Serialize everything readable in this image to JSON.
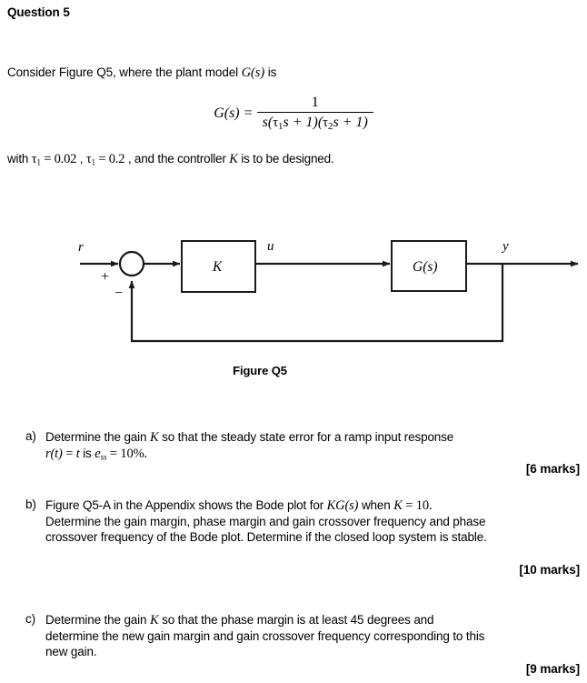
{
  "document": {
    "heading": "Question 5",
    "intro": {
      "before": "Consider Figure Q5, where the plant model ",
      "math": "G(s)",
      "after": " is"
    },
    "equation": {
      "lhs": "G(s)",
      "equals": "=",
      "numerator": "1",
      "denominator": "s(τ₁s + 1)(τ₂s + 1)",
      "denominator_parts": {
        "s": "s",
        "tau1": "τ",
        "tau1_sub": "1",
        "tau2": "τ",
        "tau2_sub": "2"
      }
    },
    "parameters_line": {
      "prefix": "with ",
      "tau_a_symbol": "τ",
      "tau_a_sub": "1",
      "tau_a_value": "= 0.02",
      "separator_1": " , ",
      "tau_b_symbol": "τ",
      "tau_b_sub": "1",
      "tau_b_value": "= 0.2",
      "separator_2": " , and the controller ",
      "gain_symbol": "K",
      "suffix": " is to be designed."
    }
  },
  "figure": {
    "caption": "Figure Q5",
    "labels": {
      "reference_input": "r",
      "control_signal": "u",
      "output": "y",
      "plus_sign": "+",
      "minus_sign": "−"
    },
    "blocks": [
      {
        "name": "controller",
        "label": "K"
      },
      {
        "name": "plant",
        "label": "G(s)"
      }
    ]
  },
  "questions": [
    {
      "label": "a)",
      "lines": [
        "Determine the gain K so that the steady state error for a ramp input response",
        "r(t) = t is e_ss = 10%."
      ],
      "line1_before": "Determine the gain ",
      "line1_math": "K",
      "line1_after": " so that the steady state error for a ramp input response",
      "line2_math_r": "r(t)",
      "line2_mid": " = ",
      "line2_math_t": "t",
      "line2_is": " is ",
      "line2_math_e": "e",
      "line2_math_e_sub": "ss",
      "line2_end": " = 10%.",
      "marks": "[6 marks]"
    },
    {
      "label": "b)",
      "line1_before": "Figure Q5-A in the Appendix shows the Bode plot for ",
      "line1_math": "KG(s)",
      "line1_mid": " when ",
      "line1_math2": "K",
      "line1_after": " = 10.",
      "line2": "Determine the gain margin, phase margin and gain crossover frequency and phase",
      "line3": "crossover frequency of the Bode plot. Determine if the closed loop system is stable.",
      "marks": "[10 marks]"
    },
    {
      "label": "c)",
      "line1_before": "Determine the gain ",
      "line1_math": "K",
      "line1_after": " so that the phase margin is at least 45 degrees and",
      "line2": "determine the new gain margin and gain crossover frequency corresponding to this",
      "line3": "new gain.",
      "marks": "[9 marks]"
    }
  ],
  "colors": {
    "text": "#000000",
    "background": "#ffffff",
    "diagram_stroke": "#1a1a1a"
  }
}
